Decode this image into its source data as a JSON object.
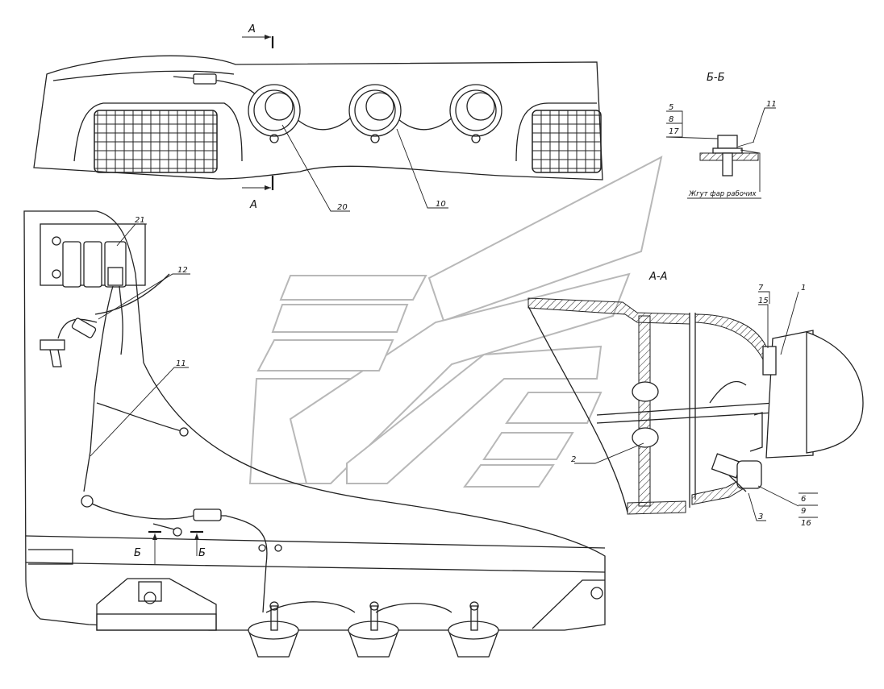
{
  "section_titles": {
    "bb": "Б-Б",
    "aa": "А-А"
  },
  "cut_marks": {
    "a_top": "А",
    "a_bottom": "А",
    "b_left": "Б",
    "b_right": "Б"
  },
  "callouts": {
    "c20": "20",
    "c10": "10",
    "c21": "21",
    "c12": "12",
    "c11_main": "11",
    "c2": "2",
    "c1": "1",
    "c7": "7",
    "c15": "15",
    "c6": "6",
    "c9": "9",
    "c16": "16",
    "c3": "3",
    "c11_bb": "11",
    "c5": "5",
    "c8": "8",
    "c17": "17"
  },
  "note_text": "Жгут фар рабочих",
  "colors": {
    "line": "#222222",
    "watermark": "#b8b8b8",
    "background": "#ffffff"
  }
}
